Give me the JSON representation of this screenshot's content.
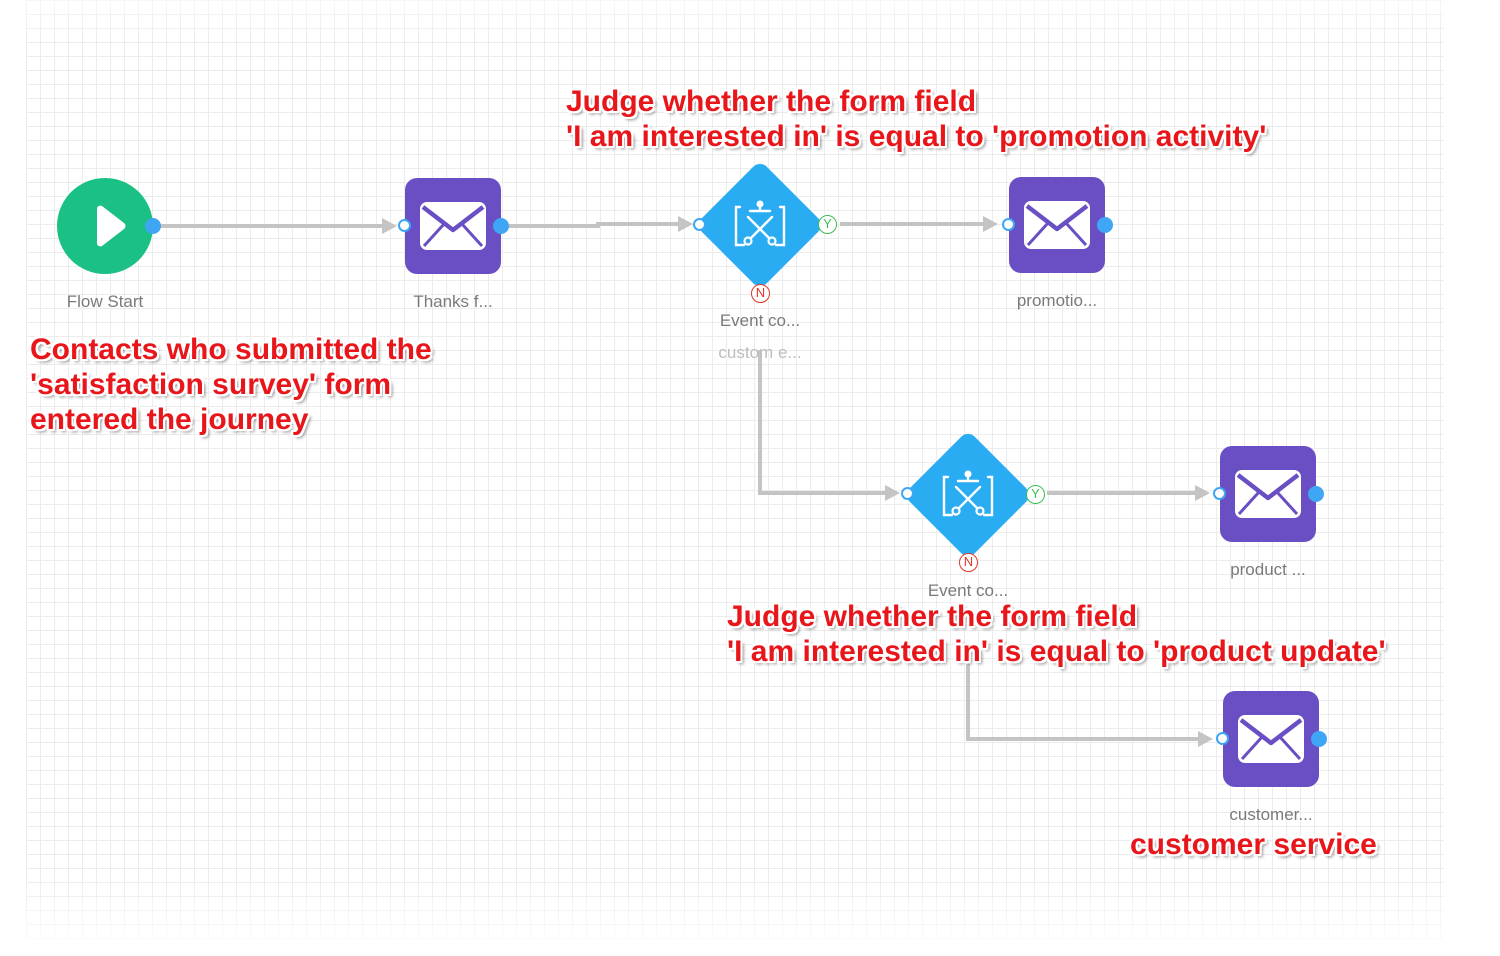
{
  "canvas": {
    "grid": true
  },
  "colors": {
    "start": "#1bc184",
    "mail": "#6a4fc4",
    "condition": "#2aacf3",
    "port": "#3fa6f5",
    "edge": "#c4c4c4",
    "yes": "#3bbf52",
    "no": "#e1352c",
    "annotation": "#e8161a"
  },
  "nodes": {
    "start": {
      "label": "Flow Start",
      "icon": "play-icon"
    },
    "thanks": {
      "label": "Thanks f...",
      "icon": "mail-icon"
    },
    "condition1": {
      "label": "Event co...",
      "sublabel": "custom e...",
      "icon": "condition-icon",
      "yes": "Y",
      "no": "N"
    },
    "promotion": {
      "label": "promotio...",
      "icon": "mail-icon"
    },
    "condition2": {
      "label": "Event co...",
      "icon": "condition-icon",
      "yes": "Y",
      "no": "N"
    },
    "product": {
      "label": "product ...",
      "icon": "mail-icon"
    },
    "customer": {
      "label": "customer...",
      "icon": "mail-icon"
    }
  },
  "annotations": {
    "entry": [
      "Contacts who submitted the",
      "'satisfaction survey' form",
      "entered the journey"
    ],
    "judge1": [
      "Judge whether the form field",
      "'I am interested in' is equal to 'promotion activity'"
    ],
    "judge2": [
      "Judge whether the form field",
      "'I am interested in' is equal to 'product update'"
    ],
    "service": [
      "customer service"
    ]
  }
}
